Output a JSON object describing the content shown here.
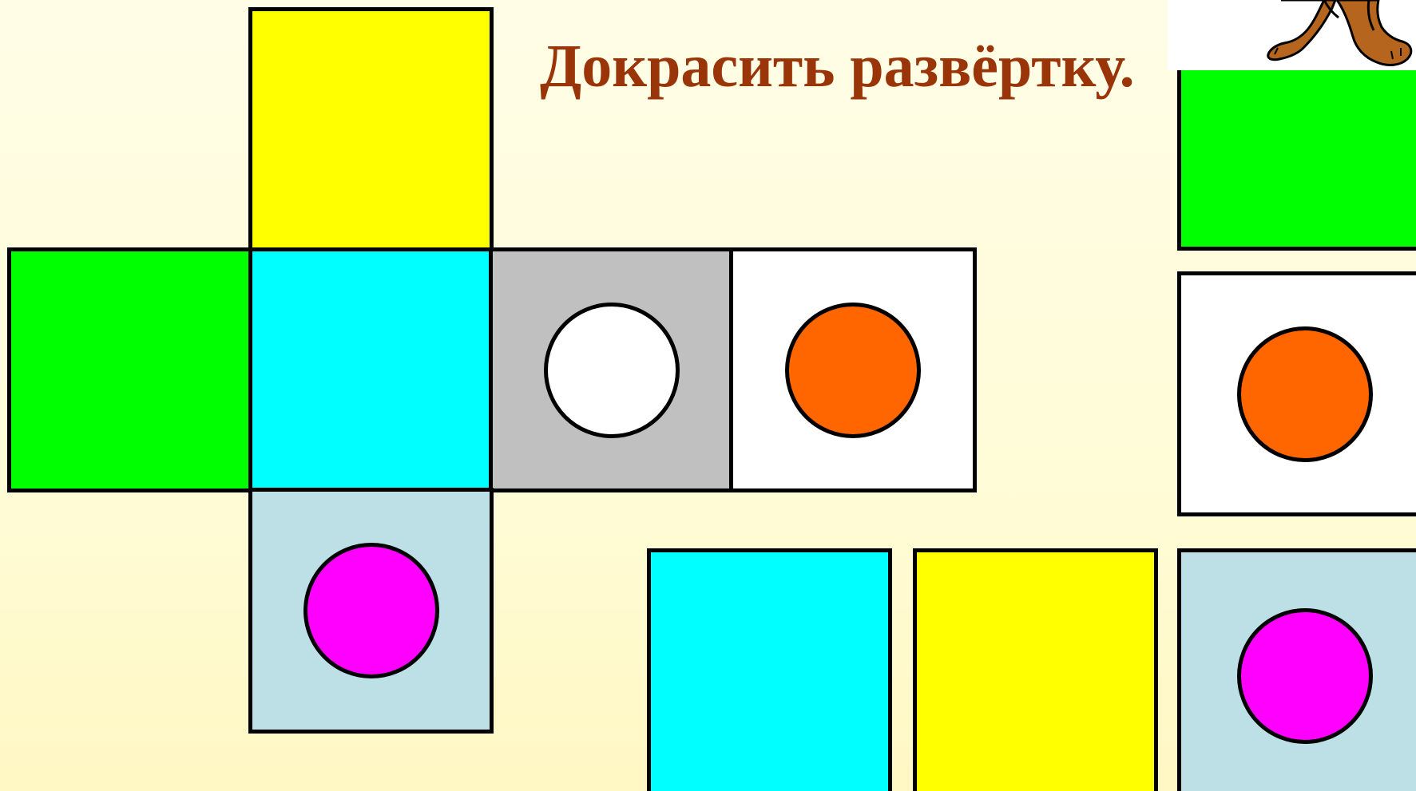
{
  "title": {
    "text": "Докрасить развёртку.",
    "color": "#9a3409"
  },
  "colors": {
    "yellow": "#ffff00",
    "green": "#00ff00",
    "cyan": "#00ffff",
    "gray": "#c0c0c0",
    "white": "#ffffff",
    "light_blue": "#bce0e5",
    "orange": "#ff6600",
    "magenta": "#ff00ff",
    "border": "#000000"
  },
  "net": {
    "faces": [
      {
        "id": "top",
        "fill": "#ffff00",
        "dot": null
      },
      {
        "id": "left",
        "fill": "#00ff00",
        "dot": null
      },
      {
        "id": "center",
        "fill": "#00ffff",
        "dot": null
      },
      {
        "id": "right1",
        "fill": "#c0c0c0",
        "dot": "#ffffff"
      },
      {
        "id": "right2",
        "fill": "#ffffff",
        "dot": "#ff6600"
      },
      {
        "id": "bottom",
        "fill": "#bce0e5",
        "dot": "#ff00ff"
      }
    ]
  },
  "pieces": [
    {
      "id": "green",
      "fill": "#00ff00",
      "dot": null
    },
    {
      "id": "orange",
      "fill": "#ffffff",
      "dot": "#ff6600"
    },
    {
      "id": "cyan",
      "fill": "#00ffff",
      "dot": null
    },
    {
      "id": "yellow",
      "fill": "#ffff00",
      "dot": null
    },
    {
      "id": "pink",
      "fill": "#bce0e5",
      "dot": "#ff00ff"
    }
  ],
  "mascot": {
    "icon": "cartoon-cat-paws-icon"
  }
}
